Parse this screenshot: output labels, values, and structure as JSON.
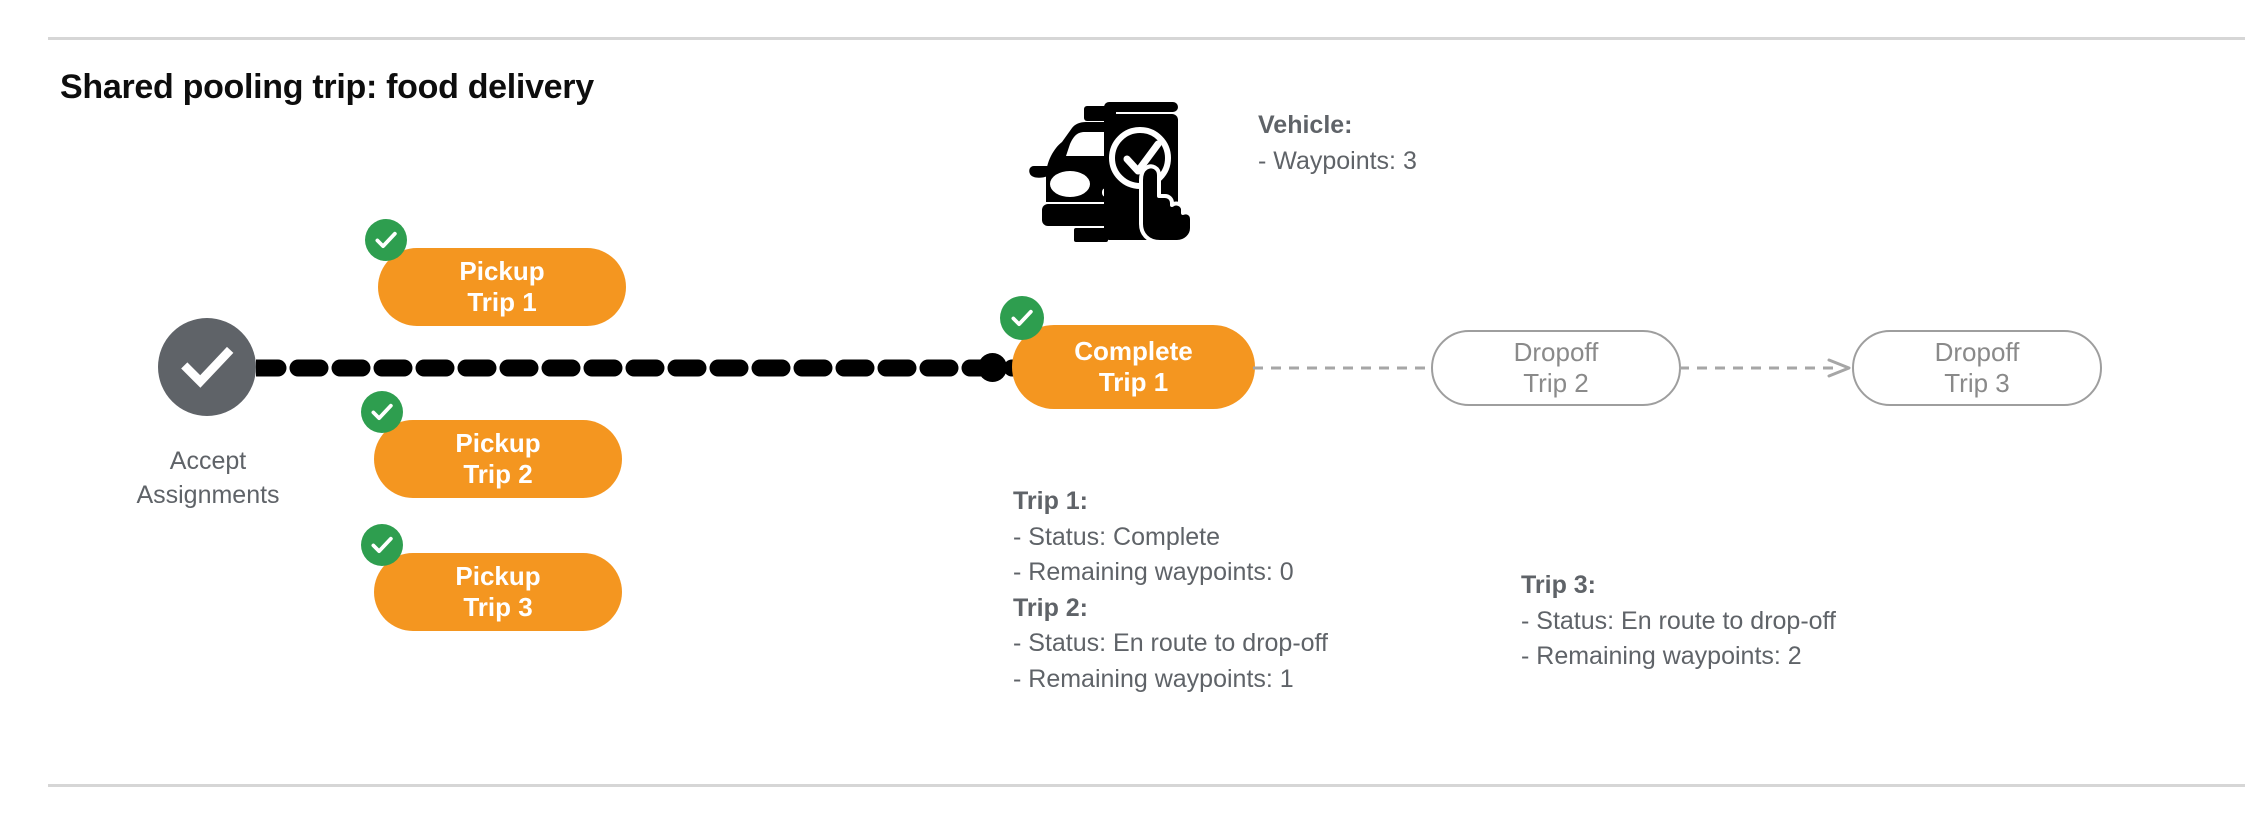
{
  "title": "Shared pooling trip: food delivery",
  "colors": {
    "orange": "#F49620",
    "green": "#2E9E4F",
    "gray": "#5f6368",
    "outline": "#9e9e9e",
    "divider": "#d6d6d6",
    "black": "#000000"
  },
  "start_node": {
    "icon": "check-circle-icon",
    "label_line1": "Accept",
    "label_line2": "Assignments",
    "state": "done"
  },
  "pickups": [
    {
      "line1": "Pickup",
      "line2": "Trip 1",
      "state": "done",
      "badge": "check-badge-icon"
    },
    {
      "line1": "Pickup",
      "line2": "Trip 2",
      "state": "done",
      "badge": "check-badge-icon"
    },
    {
      "line1": "Pickup",
      "line2": "Trip 3",
      "state": "done",
      "badge": "check-badge-icon"
    }
  ],
  "complete_node": {
    "line1": "Complete",
    "line2": "Trip 1",
    "state": "done",
    "badge": "check-badge-icon"
  },
  "dropoffs": [
    {
      "line1": "Dropoff",
      "line2": "Trip 2",
      "state": "pending"
    },
    {
      "line1": "Dropoff",
      "line2": "Trip 3",
      "state": "pending"
    }
  ],
  "vehicle": {
    "icon": "car-phone-check-icon",
    "heading": "Vehicle:",
    "rows": [
      "- Waypoints: 3"
    ]
  },
  "trip_info_left": {
    "trip1_heading": "Trip 1:",
    "trip1_rows": [
      "- Status:  Complete",
      "- Remaining waypoints: 0"
    ],
    "trip2_heading": "Trip 2:",
    "trip2_rows": [
      "- Status:  En route to drop-off",
      "- Remaining waypoints: 1"
    ]
  },
  "trip_info_right": {
    "trip3_heading": "Trip 3:",
    "trip3_rows": [
      "- Status:  En route to drop-off",
      "- Remaining waypoints: 2"
    ]
  }
}
